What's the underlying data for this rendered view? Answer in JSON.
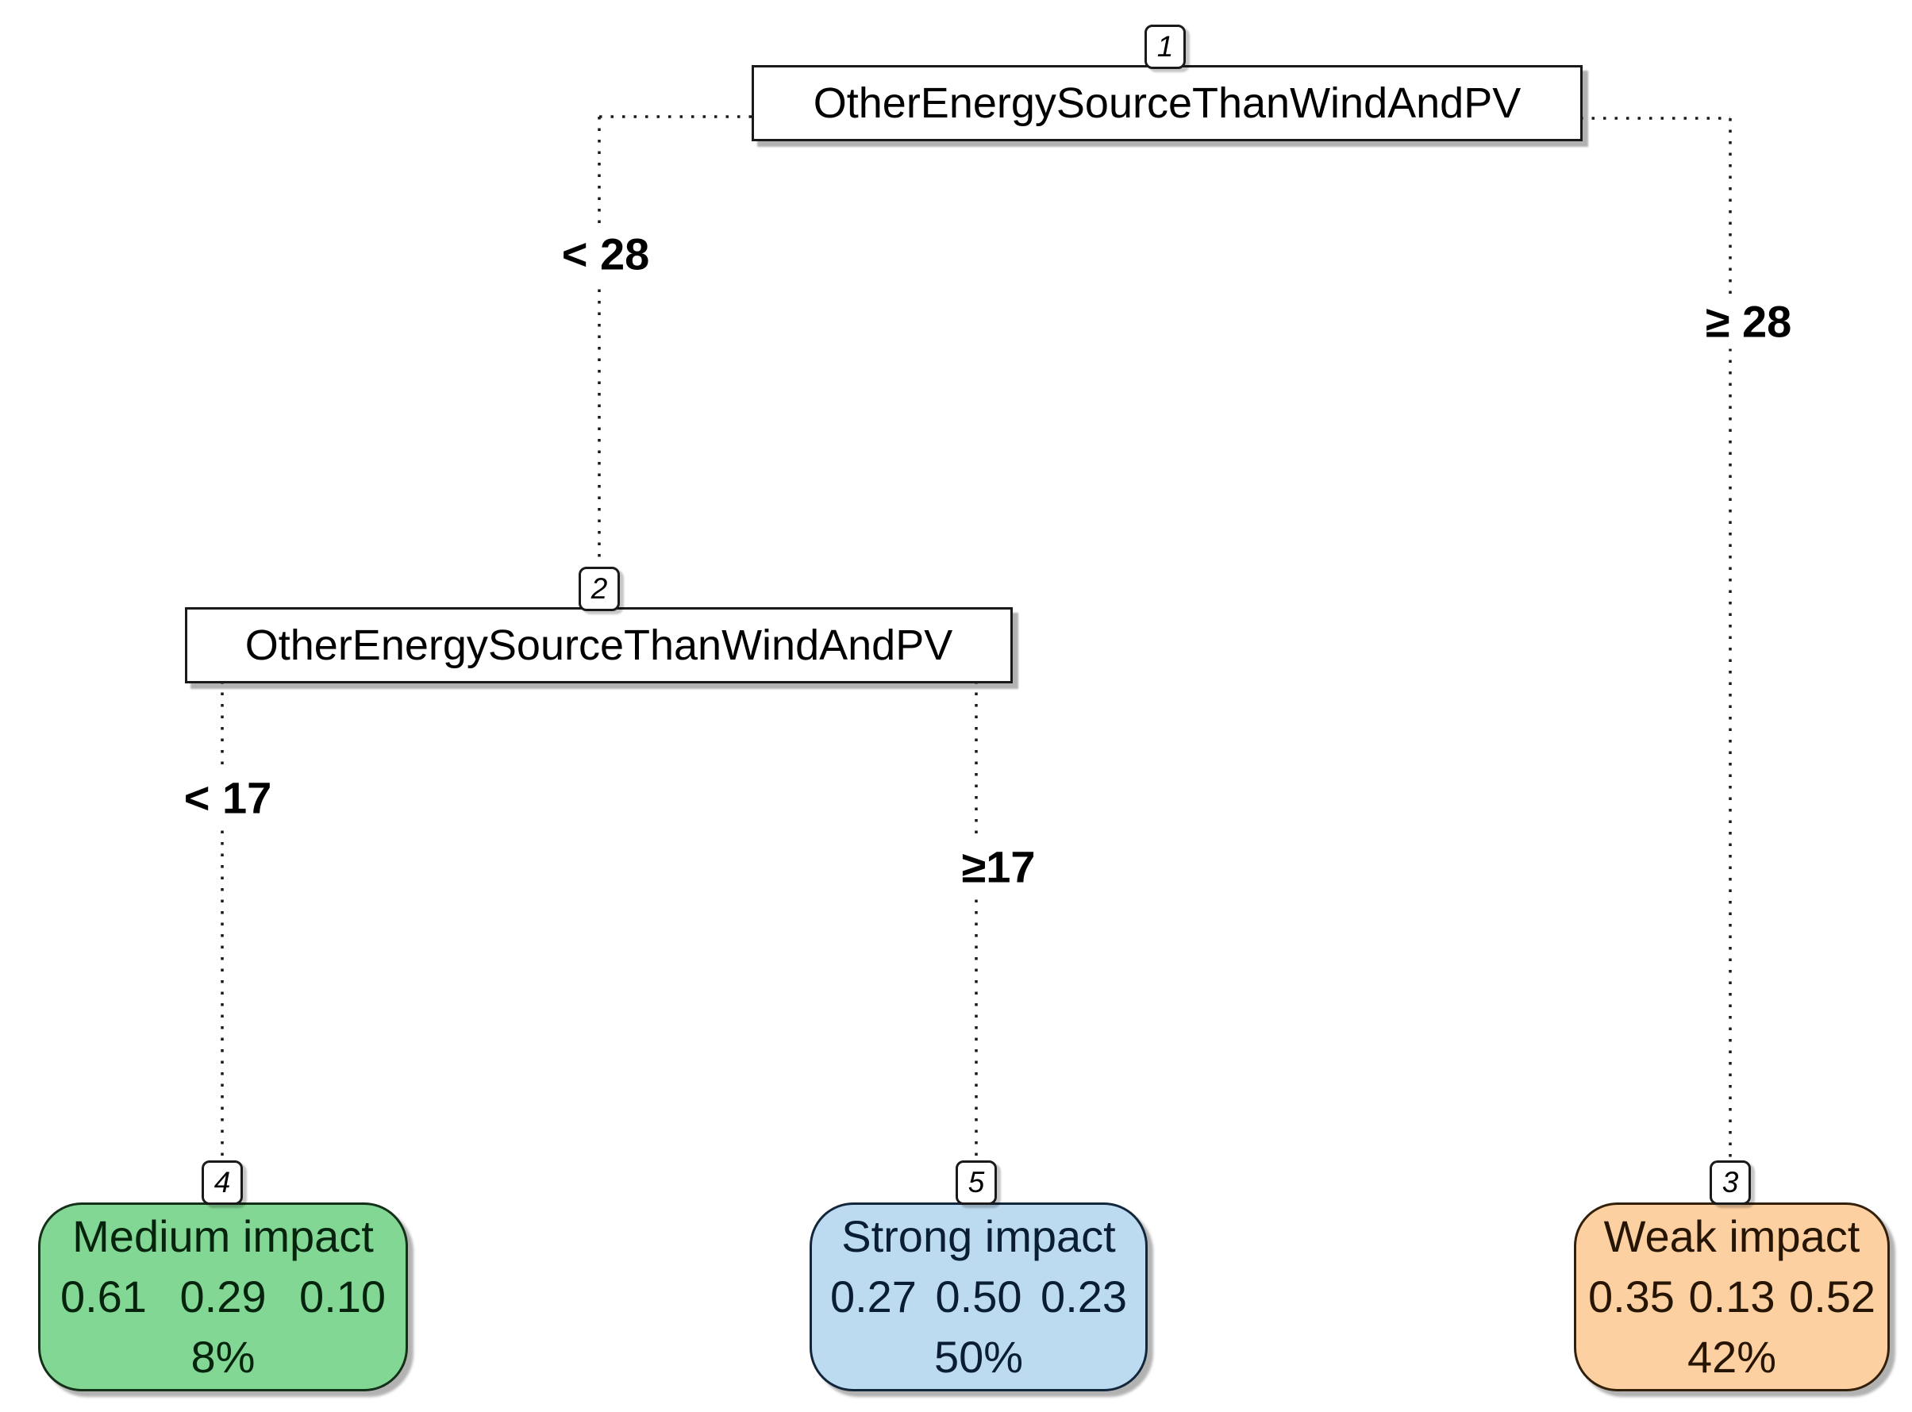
{
  "diagram_type": "decision-tree",
  "colors": {
    "leaf_medium_impact": "#83d795",
    "leaf_strong_impact": "#bcdaf0",
    "leaf_weak_impact": "#fdd0a2",
    "node_fill": "#ffffff",
    "edge_line": "#1a1a1a"
  },
  "tree": {
    "root": {
      "id": "1",
      "label": "OtherEnergySourceThanWindAndPV"
    },
    "node2": {
      "id": "2",
      "label": "OtherEnergySourceThanWindAndPV"
    },
    "leaf4": {
      "id": "4",
      "label": "Medium impact",
      "values": [
        0.61,
        0.29,
        0.1
      ],
      "values_text": "0.61 0.29 0.10",
      "percent": "8%",
      "fill": "#83d795"
    },
    "leaf5": {
      "id": "5",
      "label": "Strong impact",
      "values": [
        0.27,
        0.5,
        0.23
      ],
      "values_text": "0.27 0.50 0.23",
      "percent": "50%",
      "fill": "#bcdaf0"
    },
    "leaf3": {
      "id": "3",
      "label": "Weak impact",
      "values": [
        0.35,
        0.13,
        0.52
      ],
      "values_text": "0.35 0.13 0.52",
      "percent": "42%",
      "fill": "#fdd0a2"
    },
    "edges": {
      "root_left": {
        "from": "1",
        "to": "2",
        "label": "< 28"
      },
      "root_right": {
        "from": "1",
        "to": "3",
        "label": "≥ 28"
      },
      "n2_left": {
        "from": "2",
        "to": "4",
        "label": "< 17"
      },
      "n2_right": {
        "from": "2",
        "to": "5",
        "label": "≥17"
      }
    }
  }
}
